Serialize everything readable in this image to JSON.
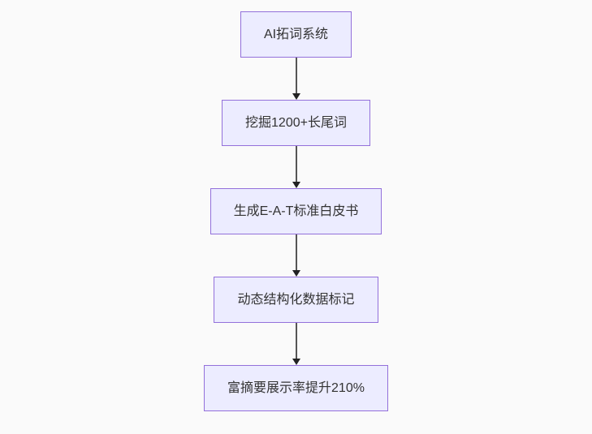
{
  "diagram": {
    "type": "flowchart",
    "direction": "top-down",
    "nodes": [
      {
        "id": "A",
        "label": "AI拓词系统"
      },
      {
        "id": "B",
        "label": "挖掘1200+长尾词"
      },
      {
        "id": "C",
        "label": "生成E-A-T标准白皮书"
      },
      {
        "id": "D",
        "label": "动态结构化数据标记"
      },
      {
        "id": "E",
        "label": "富摘要展示率提升210%"
      }
    ],
    "edges": [
      {
        "from": "A",
        "to": "B"
      },
      {
        "from": "B",
        "to": "C"
      },
      {
        "from": "C",
        "to": "D"
      },
      {
        "from": "D",
        "to": "E"
      }
    ],
    "colors": {
      "background": "#fafafa",
      "node_fill": "#ECECFF",
      "node_border": "#9370DB",
      "text": "#333333",
      "edge_line": "#555555",
      "edge_head": "#222222"
    }
  }
}
